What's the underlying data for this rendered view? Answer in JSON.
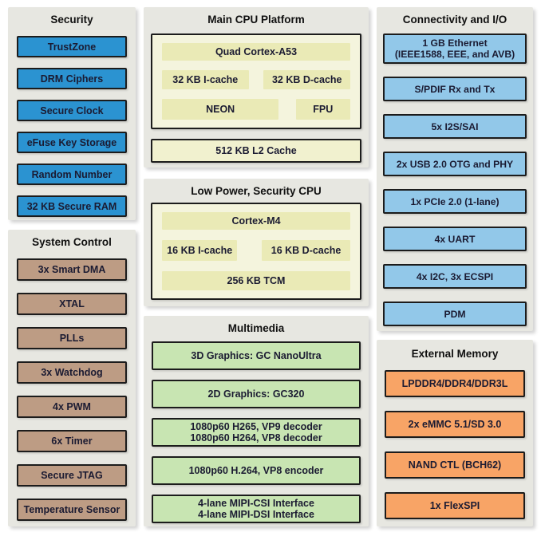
{
  "colors": {
    "page_bg": "#ffffff",
    "panel_bg": "#e7e7e1",
    "box_border": "#1c1c1c",
    "text_dark": "#1b1b32",
    "title_text": "#101010",
    "security_blue": "#2b93d1",
    "system_tan": "#bd9c84",
    "cpu_cream": "#f4f4dd",
    "cpu_yellow": "#eaeab6",
    "l2_yellow": "#f1f1cf",
    "multimedia_green": "#c8e5b2",
    "connectivity_blue": "#92c8e9",
    "memory_orange": "#f8a466"
  },
  "security": {
    "title": "Security",
    "items": [
      "TrustZone",
      "DRM Ciphers",
      "Secure Clock",
      "eFuse Key Storage",
      "Random Number",
      "32 KB Secure RAM"
    ]
  },
  "system_control": {
    "title": "System Control",
    "items": [
      "3x Smart DMA",
      "XTAL",
      "PLLs",
      "3x Watchdog",
      "4x PWM",
      "6x Timer",
      "Secure JTAG",
      "Temperature Sensor"
    ]
  },
  "main_cpu": {
    "title": "Main CPU Platform",
    "core": "Quad Cortex-A53",
    "icache": "32 KB I-cache",
    "dcache": "32 KB D-cache",
    "neon": "NEON",
    "fpu": "FPU",
    "l2": "512 KB L2 Cache"
  },
  "low_power": {
    "title": "Low Power, Security CPU",
    "core": "Cortex-M4",
    "icache": "16 KB I-cache",
    "dcache": "16 KB D-cache",
    "tcm": "256 KB TCM"
  },
  "multimedia": {
    "title": "Multimedia",
    "gpu3d": "3D Graphics: GC NanoUltra",
    "gpu2d": "2D Graphics: GC320",
    "decoder_line1": "1080p60 H265, VP9 decoder",
    "decoder_line2": "1080p60 H264, VP8 decoder",
    "encoder": "1080p60 H.264, VP8 encoder",
    "mipi_line1": "4-lane MIPI-CSI Interface",
    "mipi_line2": "4-lane MIPI-DSI Interface"
  },
  "connectivity": {
    "title": "Connectivity and I/O",
    "ethernet_line1": "1 GB Ethernet",
    "ethernet_line2": "(IEEE1588, EEE, and AVB)",
    "spdif": "S/PDIF Rx and Tx",
    "i2s_sai": "5x I2S/SAI",
    "usb": "2x USB 2.0 OTG and PHY",
    "pcie": "1x PCIe 2.0 (1-lane)",
    "uart": "4x UART",
    "i2c_ecspi": "4x I2C, 3x ECSPI",
    "pdm": "PDM"
  },
  "external_memory": {
    "title": "External Memory",
    "items": [
      "LPDDR4/DDR4/DDR3L",
      "2x eMMC 5.1/SD 3.0",
      "NAND CTL (BCH62)",
      "1x FlexSPI"
    ]
  }
}
